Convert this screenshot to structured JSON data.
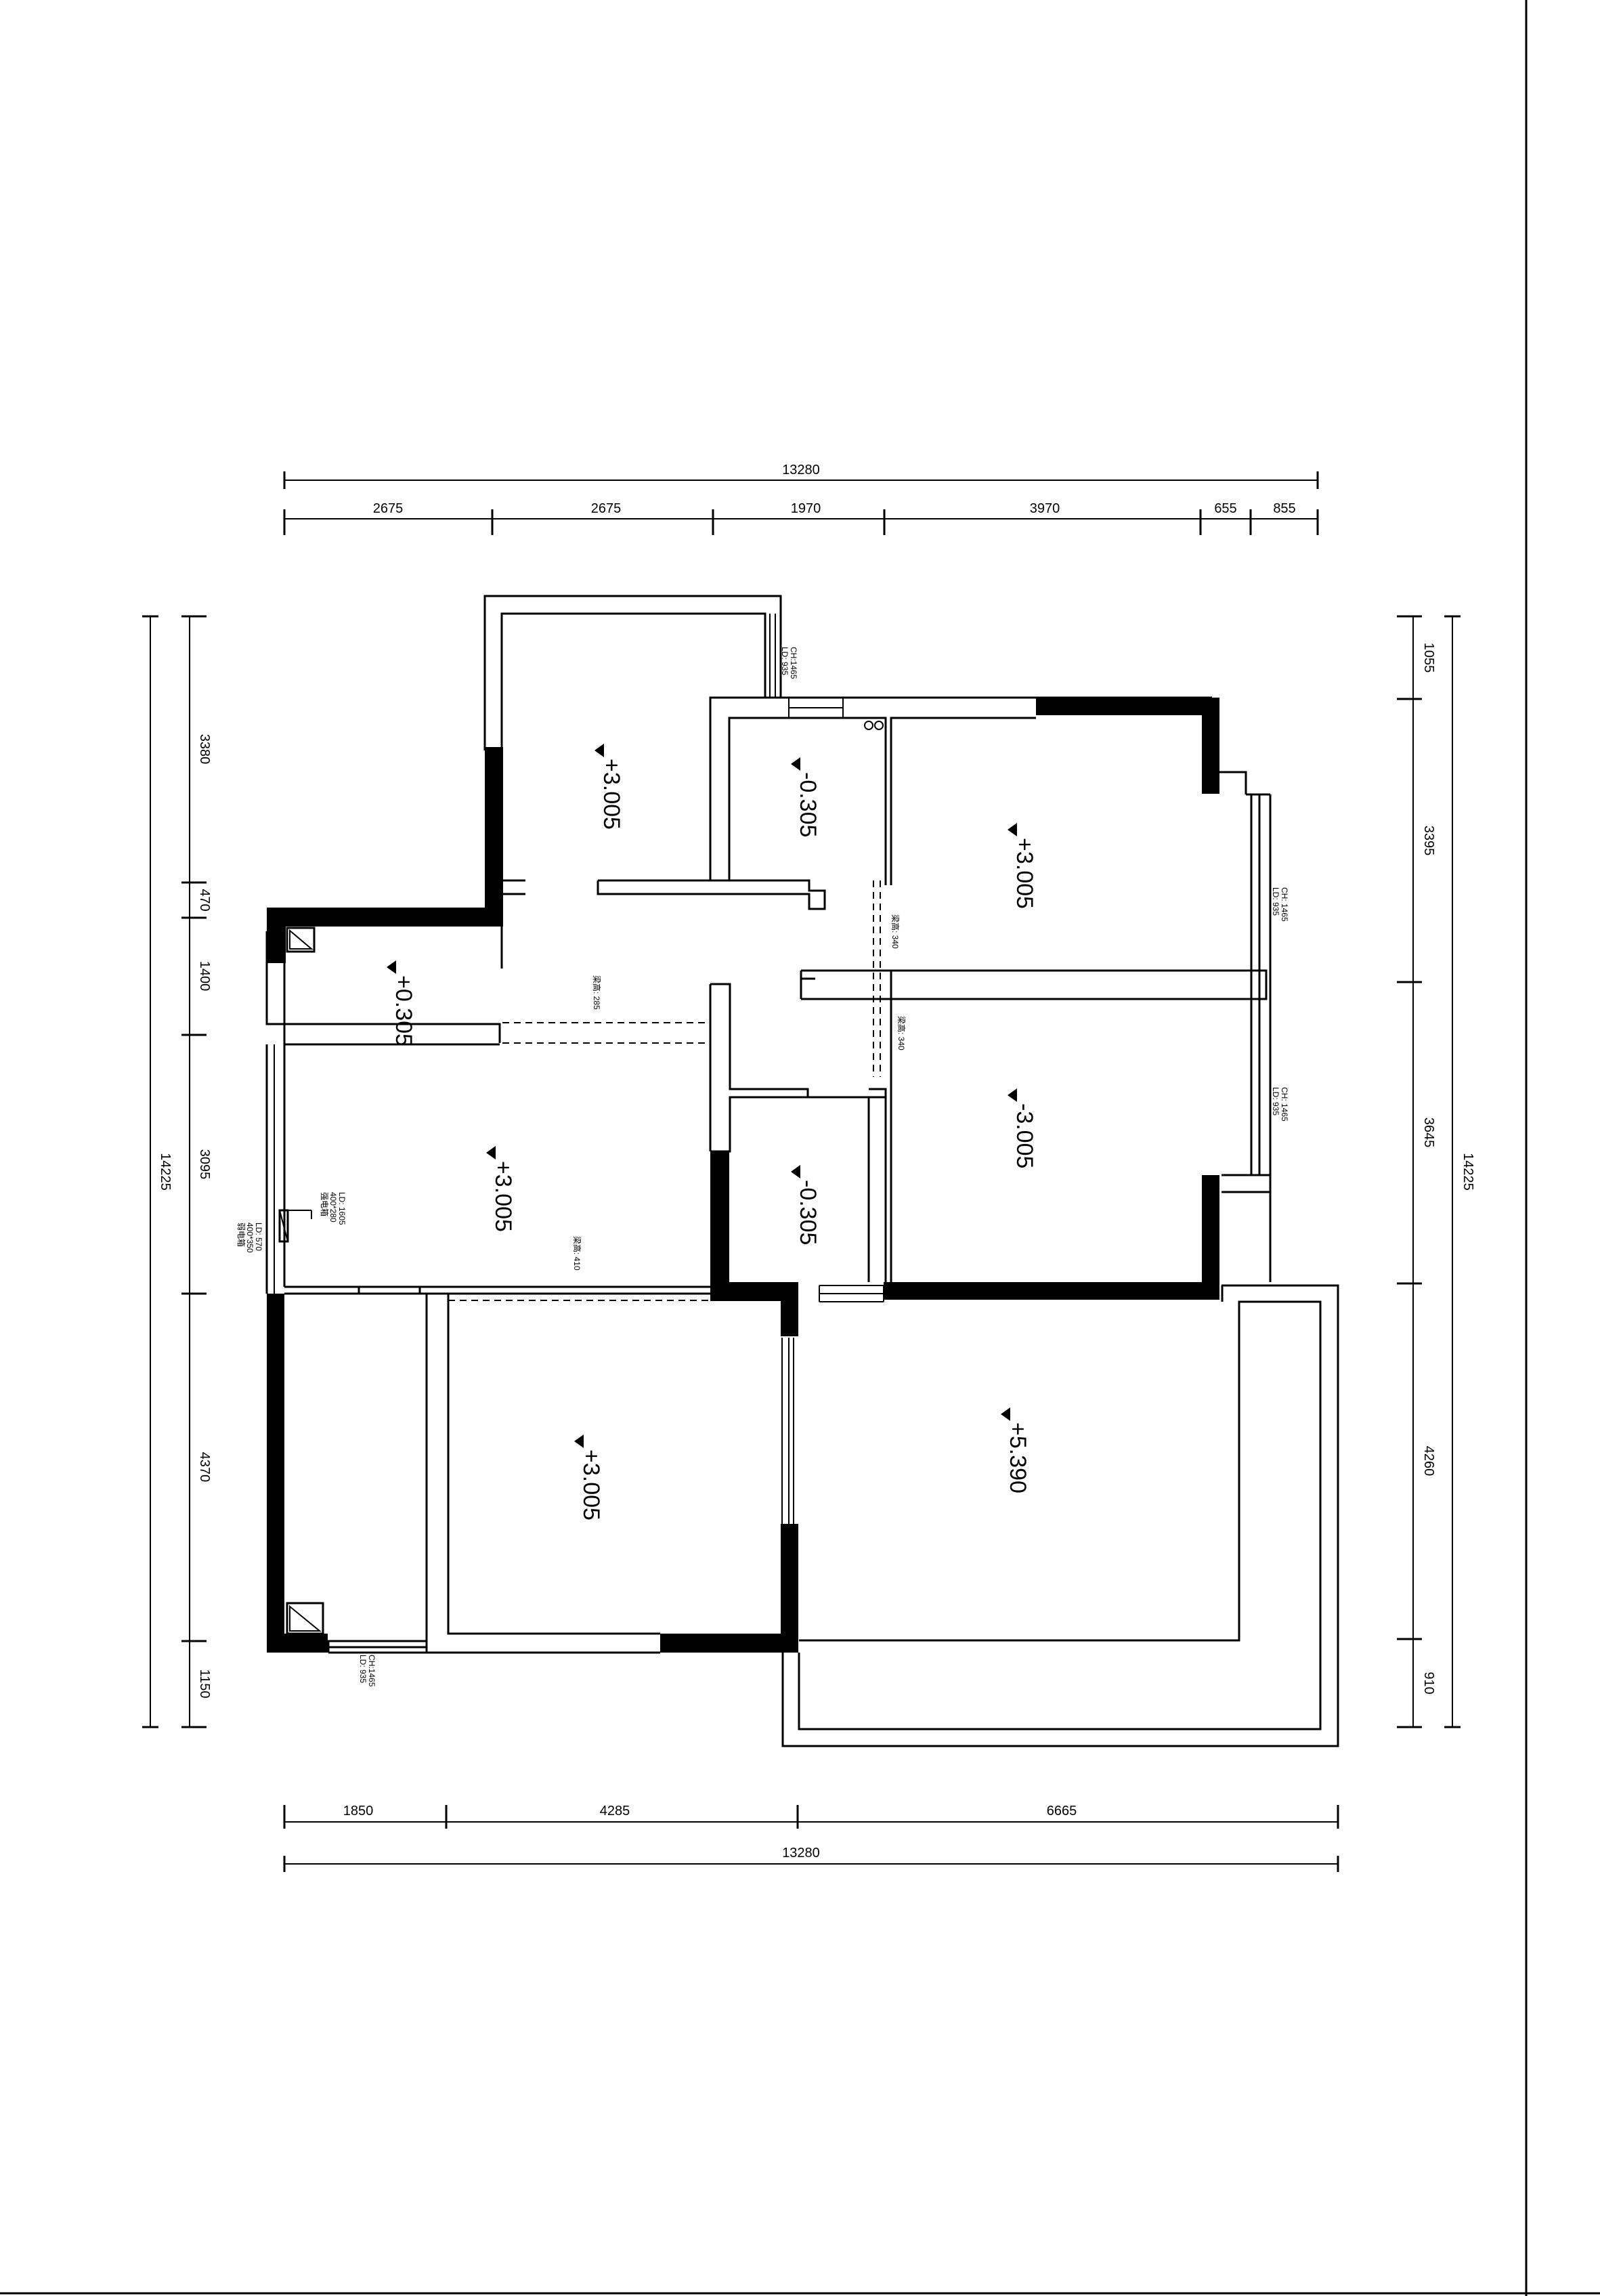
{
  "dimensions": {
    "top_total": "13280",
    "top_segments": [
      "2675",
      "2675",
      "1970",
      "3970",
      "655",
      "855"
    ],
    "bottom_segments": [
      "1850",
      "4285",
      "6665"
    ],
    "bottom_total": "13280",
    "left_total": "14225",
    "left_segments": [
      "3380",
      "470",
      "1400",
      "3095",
      "4370",
      "1150"
    ],
    "right_total": "14225",
    "right_segments": [
      "1055",
      "3395",
      "3645",
      "4260",
      "910"
    ]
  },
  "levels": {
    "balcony_top": "+3.005",
    "room_small_top": "-0.305",
    "bedroom_ne": "+3.005",
    "kitchen": "+0.305",
    "living": "+3.005",
    "bedroom_east": "-3.005",
    "bathroom": "-0.305",
    "bedroom_sw": "+3.005",
    "terrace": "+5.390"
  },
  "notes": {
    "window_top": [
      "LD: 935",
      "CH:1465"
    ],
    "window_east_1": [
      "LD: 935",
      "CH: 1465"
    ],
    "window_east_2": [
      "LD: 935",
      "CH: 1465"
    ],
    "window_bottom": [
      "LD: 935",
      "CH:1465"
    ],
    "beam_1": "梁高: 340",
    "beam_2": "梁高: 340",
    "beam_3": "梁高: 285",
    "beam_4": "梁高: 410",
    "elec_box": [
      "强电箱",
      "400*280",
      "LD: 1605"
    ],
    "weak_box": [
      "弱电箱",
      "400*350",
      "LD: 570"
    ]
  }
}
